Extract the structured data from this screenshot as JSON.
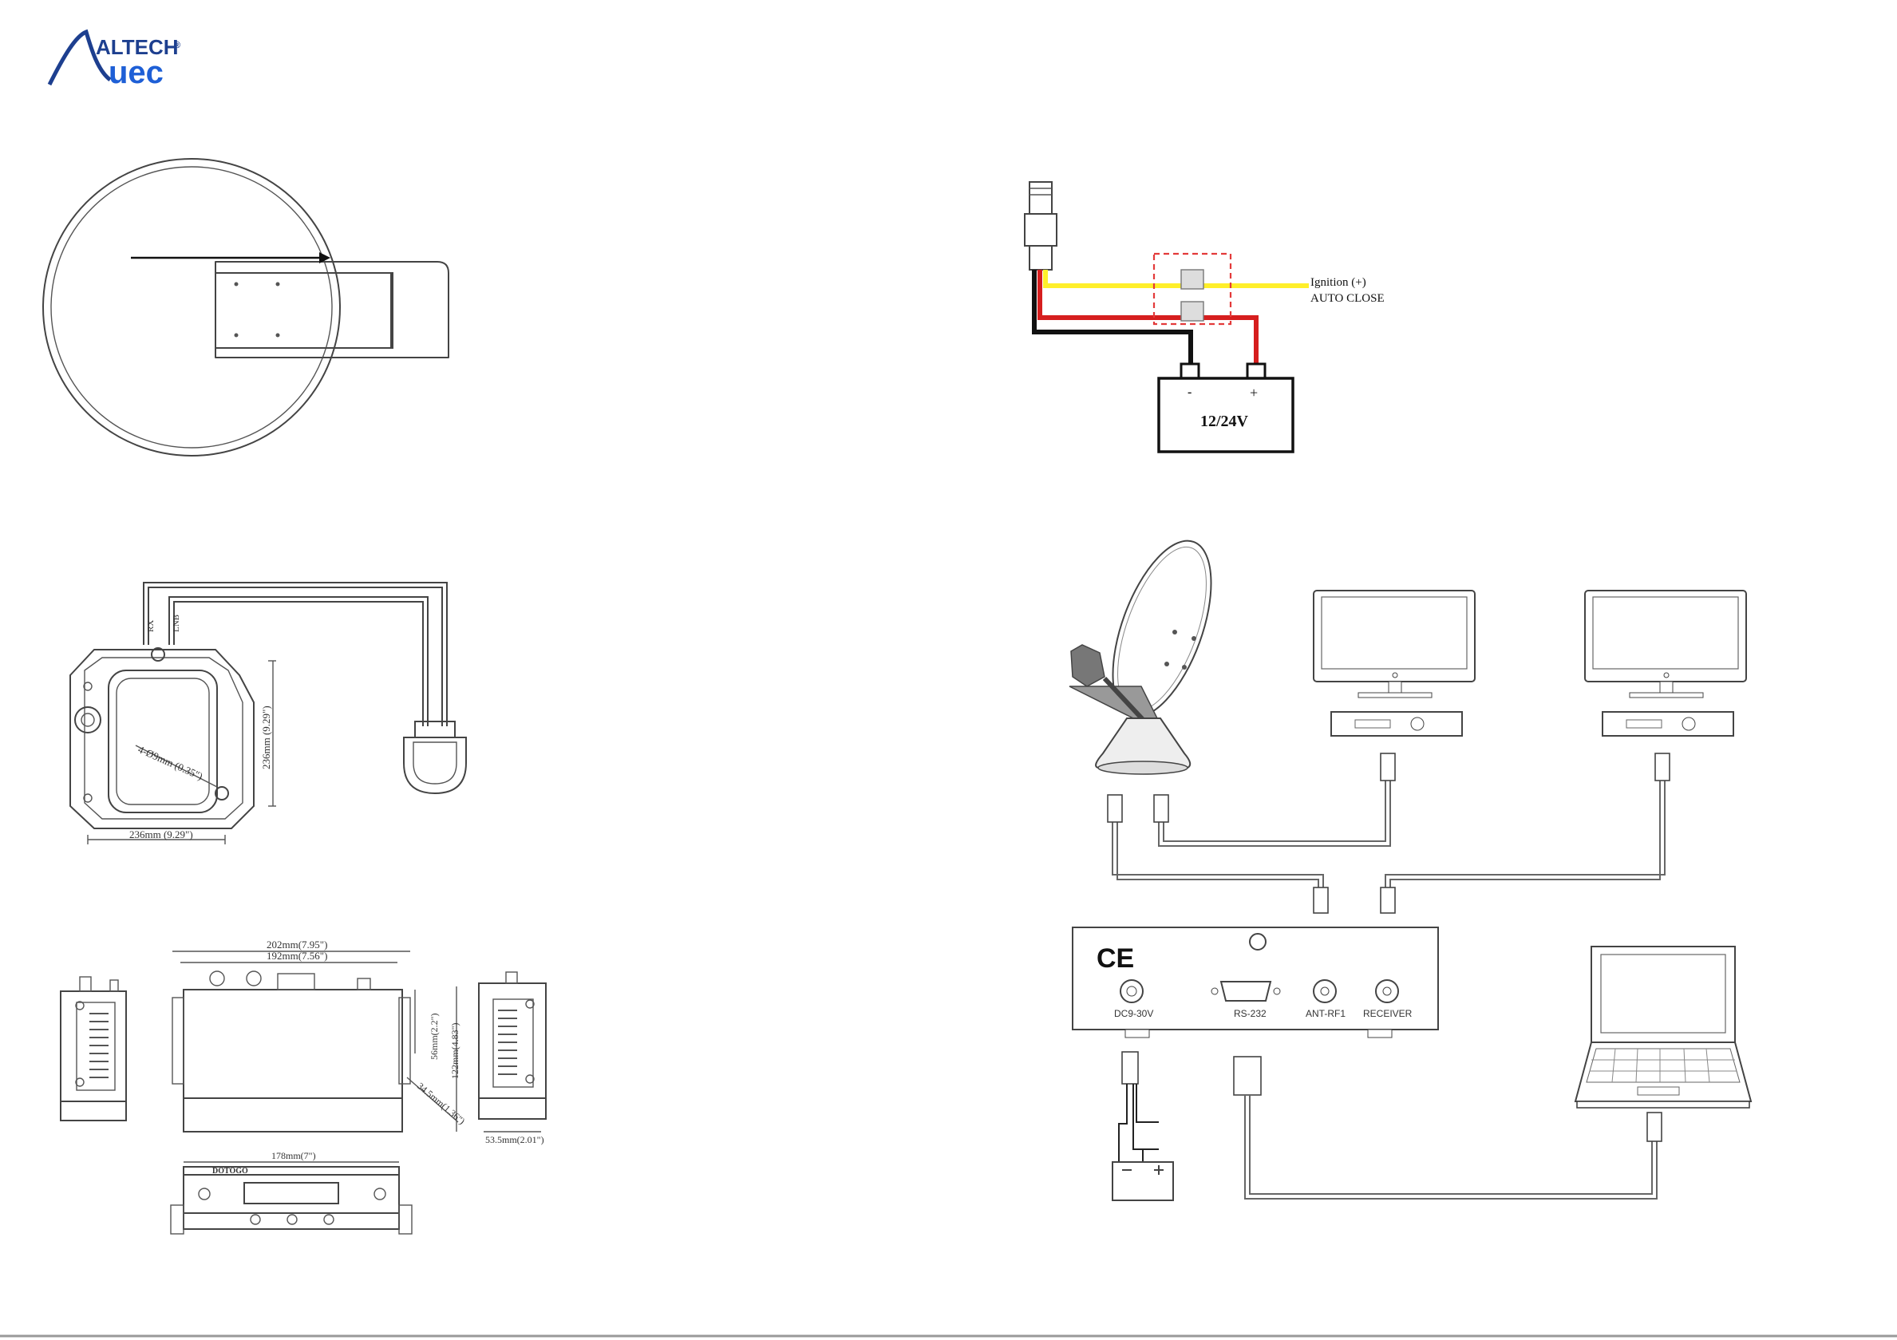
{
  "logo": {
    "brand_top": "ALTECH",
    "brand_mark": "uec",
    "registered": "®"
  },
  "wiring": {
    "ignition_label": "Ignition (+)",
    "auto_close_label": "AUTO CLOSE",
    "battery_voltage": "12/24V",
    "battery_minus": "-",
    "battery_plus": "+",
    "wire_colors": {
      "ignition": "#ffef2a",
      "positive": "#d61e1e",
      "ground": "#111111",
      "fuse_box": "#e33a3a"
    }
  },
  "base_drawing": {
    "height_label": "236mm (9.29\")",
    "width_label": "236mm (9.29\")",
    "hole_label": "4-Ø9mm (0.35\")",
    "connector_labels": [
      "RX",
      "LNB"
    ]
  },
  "control_box_drawing": {
    "overall_width": "202mm(7.95\")",
    "inner_width": "192mm(7.56\")",
    "height_small": "56mm(2.2\")",
    "height_total": "122mm(4.83\")",
    "height_feet": "34.5mm(1.36\")",
    "depth": "53.5mm(2.01\")",
    "front_width": "178mm(7\")",
    "front_brand": "DOTOGO"
  },
  "connection": {
    "ce_mark": "CE",
    "ports": [
      "DC9-30V",
      "RS-232",
      "ANT-RF1",
      "RECEIVER"
    ]
  }
}
